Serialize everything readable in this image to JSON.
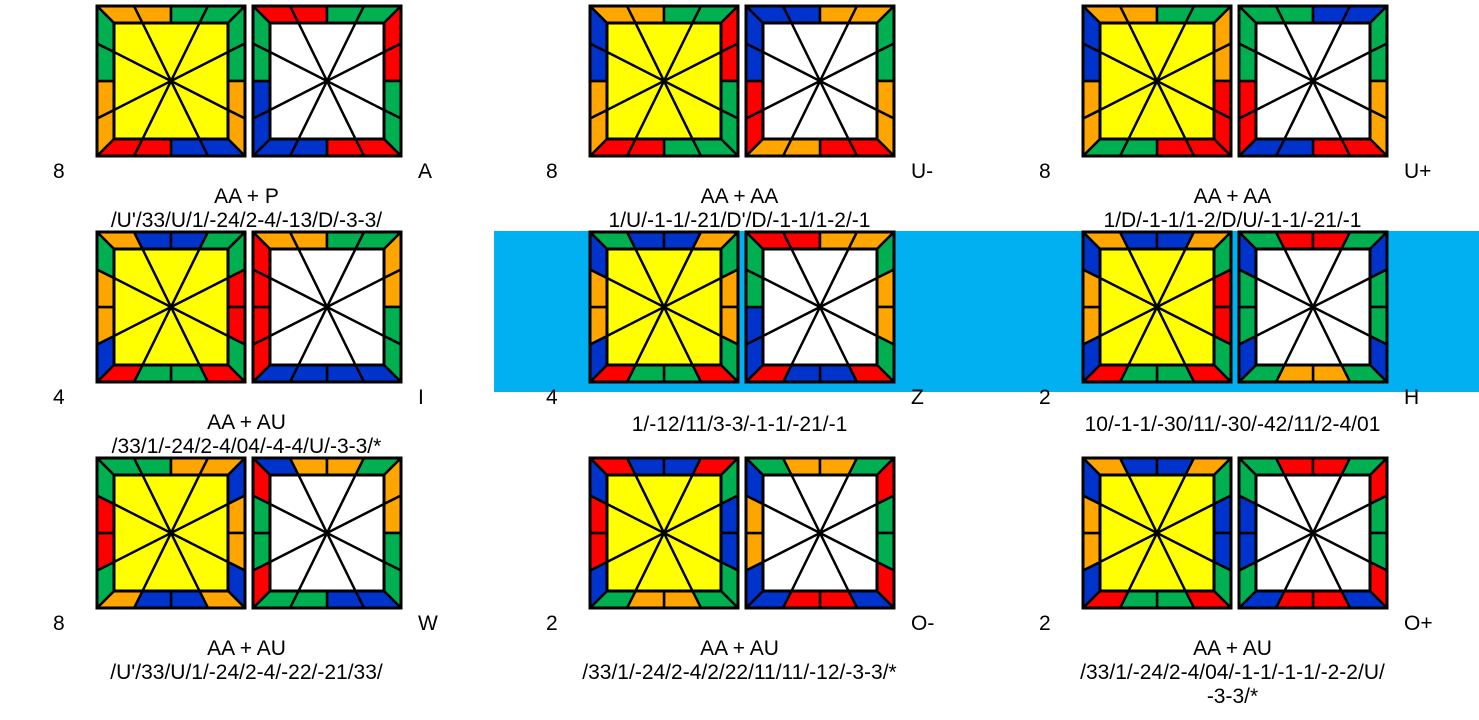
{
  "colors": {
    "Y": "#ffff00",
    "W": "#ffffff",
    "R": "#ff0000",
    "G": "#00b050",
    "B": "#0033cc",
    "O": "#ffa500",
    "highlight": "#00b0f0",
    "stroke": "#000000"
  },
  "cases": [
    {
      "count": "8",
      "label": "A",
      "line1": "AA + P",
      "line2": "/U'/33/U/1/-24/2-4/-13/D/-3-3/",
      "highlight": false,
      "yellow_edges": [
        "OOGG",
        "GGOO",
        "BBRR",
        "OOGG"
      ],
      "white_edges": [
        "RRGG",
        "RRGG",
        "RRBB",
        "BBGG"
      ]
    },
    {
      "count": "8",
      "label": "U-",
      "line1": "AA + AA",
      "line2": "1/U/-1-1/-21/D'/D/-1-1/1-2/-1",
      "highlight": false,
      "yellow_edges": [
        "OOGG",
        "RRGG",
        "GGRR",
        "OOBB"
      ],
      "white_edges": [
        "BBOO",
        "GGOO",
        "RROO",
        "RRBB"
      ]
    },
    {
      "count": "8",
      "label": "U+",
      "line1": "AA + AA",
      "line2": "1/D/-1-1/1-2/D/U/-1-1/-21/-1",
      "highlight": false,
      "yellow_edges": [
        "OOGG",
        "OORR",
        "RRGG",
        "OOBB"
      ],
      "white_edges": [
        "GGBB",
        "GGOO",
        "RRBB",
        "RRGG"
      ]
    },
    {
      "count": "4",
      "label": "I",
      "line1": "AA + AU",
      "line2": "/33/1/-24/2-4/04/-4-4/U/-3-3/*",
      "highlight": false,
      "yellow_edges": [
        "OBBG",
        "GRRG",
        "RGGR",
        "BOOG"
      ],
      "white_edges": [
        "OOGG",
        "OOGG",
        "BBBB",
        "RRRR"
      ]
    },
    {
      "count": "4",
      "label": "Z",
      "line1": "",
      "line2": "1/-12/11/3-3/-1-1/-21/-1",
      "highlight": true,
      "yellow_edges": [
        "GBBO",
        "GOOG",
        "RGGR",
        "BOOB"
      ],
      "white_edges": [
        "RROO",
        "GOOG",
        "RBBR",
        "BBGG"
      ]
    },
    {
      "count": "2",
      "label": "H",
      "line1": "",
      "line2": "10/-1-1/-30/11/-30/-42/11/2-4/01",
      "highlight": true,
      "yellow_edges": [
        "OBBO",
        "GRRG",
        "RGGR",
        "BOOB"
      ],
      "white_edges": [
        "GRRG",
        "BGGB",
        "GOOG",
        "BGGB"
      ]
    },
    {
      "count": "8",
      "label": "W",
      "line1": "AA + AU",
      "line2": "/U'/33/U/1/-24/2-4/-22/-21/33/",
      "highlight": false,
      "yellow_edges": [
        "GGOO",
        "BOOB",
        "OBBO",
        "GRRG"
      ],
      "white_edges": [
        "BOOG",
        "OOGG",
        "BBGG",
        "RGGR"
      ]
    },
    {
      "count": "2",
      "label": "O-",
      "line1": "AA + AU",
      "line2": "/33/1/-24/2-4/2/22/11/11/-12/-3-3/*",
      "highlight": false,
      "yellow_edges": [
        "RBBR",
        "GBBG",
        "GOOG",
        "BRRB"
      ],
      "white_edges": [
        "GOOG",
        "RGGR",
        "BRRB",
        "BOOB"
      ]
    },
    {
      "count": "2",
      "label": "O+",
      "line1": "AA + AU",
      "line2": "/33/1/-24/2-4/04/-1-1/-1-1/-2-2/U/\n-3-3/*",
      "highlight": false,
      "yellow_edges": [
        "OBBO",
        "GBBG",
        "RGGR",
        "BOOB"
      ],
      "white_edges": [
        "GRRG",
        "RGGR",
        "BRRB",
        "GBBG"
      ]
    }
  ]
}
